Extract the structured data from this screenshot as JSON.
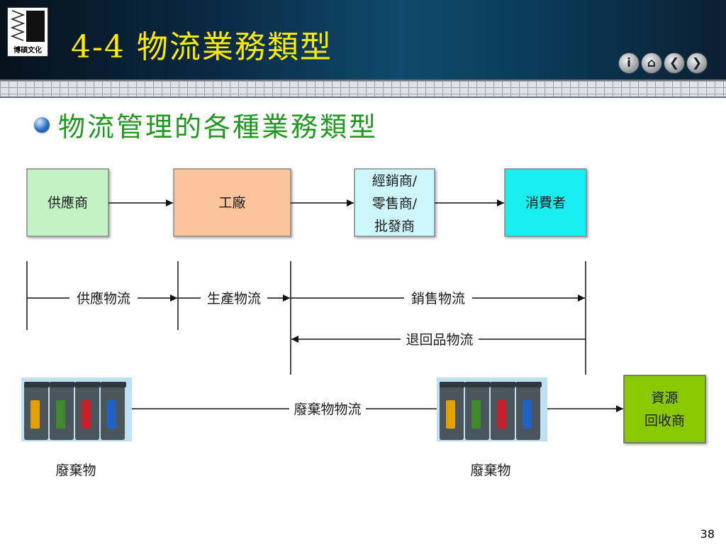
{
  "slide": {
    "logo_text": "博碩文化",
    "title": "4-4  物流業務類型",
    "subtitle": "物流管理的各種業務類型",
    "page_number": "38",
    "nav_icons": [
      "info-icon",
      "home-icon",
      "back-arrow-icon",
      "forward-arrow-icon"
    ],
    "nav_glyphs": [
      "i",
      "⌂",
      "❮",
      "❯"
    ]
  },
  "diagram": {
    "boxes": [
      {
        "id": "supplier",
        "lines": [
          "供應商"
        ],
        "color": "#c5f2c5"
      },
      {
        "id": "factory",
        "lines": [
          "工廠"
        ],
        "color": "#fbc49a"
      },
      {
        "id": "distributor",
        "lines": [
          "經銷商/",
          "零售商/",
          "批發商"
        ],
        "color": "#cdf6fb"
      },
      {
        "id": "consumer",
        "lines": [
          "消費者"
        ],
        "color": "#12eef0"
      },
      {
        "id": "recycler",
        "lines": [
          "資源",
          "回收商"
        ],
        "color": "#8ac800"
      }
    ],
    "flow_labels": {
      "supply": "供應物流",
      "production": "生產物流",
      "sales": "銷售物流",
      "returns": "退回品物流",
      "waste": "廢棄物物流"
    },
    "waste_labels": [
      "廢棄物",
      "廢棄物"
    ],
    "bin_colors": [
      "#e2a100",
      "#3f8a2c",
      "#c8202a",
      "#1e63c4"
    ]
  }
}
